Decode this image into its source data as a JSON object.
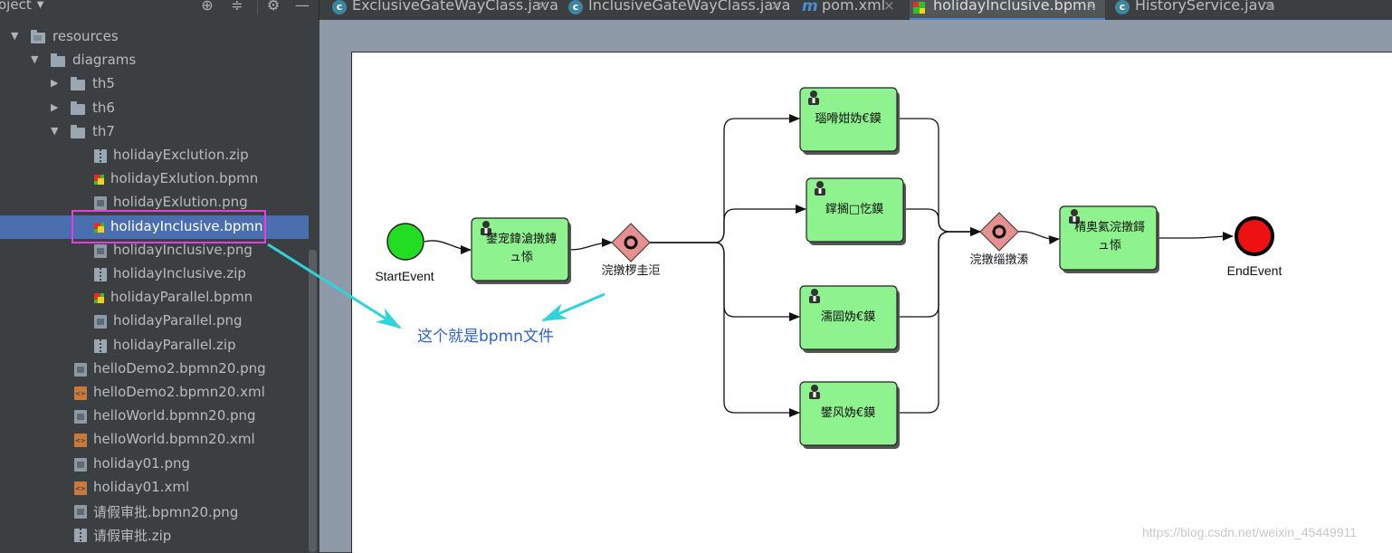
{
  "sidebar": {
    "title": "oject",
    "tree": [
      {
        "label": "resources",
        "type": "folder-res",
        "expanded": true
      },
      {
        "label": "diagrams",
        "type": "folder",
        "expanded": true
      },
      {
        "label": "th5",
        "type": "folder",
        "expanded": false
      },
      {
        "label": "th6",
        "type": "folder",
        "expanded": false
      },
      {
        "label": "th7",
        "type": "folder",
        "expanded": true
      },
      {
        "label": "holidayExclution.zip",
        "type": "zip"
      },
      {
        "label": "holidayExlution.bpmn",
        "type": "bpmn"
      },
      {
        "label": "holidayExlution.png",
        "type": "png"
      },
      {
        "label": "holidayInclusive.bpmn",
        "type": "bpmn",
        "selected": true
      },
      {
        "label": "holidayInclusive.png",
        "type": "png"
      },
      {
        "label": "holidayInclusive.zip",
        "type": "zip"
      },
      {
        "label": "holidayParallel.bpmn",
        "type": "bpmn"
      },
      {
        "label": "holidayParallel.png",
        "type": "png"
      },
      {
        "label": "holidayParallel.zip",
        "type": "zip"
      },
      {
        "label": "helloDemo2.bpmn20.png",
        "type": "png"
      },
      {
        "label": "helloDemo2.bpmn20.xml",
        "type": "xml"
      },
      {
        "label": "helloWorld.bpmn20.png",
        "type": "png"
      },
      {
        "label": "helloWorld.bpmn20.xml",
        "type": "xml"
      },
      {
        "label": "holiday01.png",
        "type": "png"
      },
      {
        "label": "holiday01.xml",
        "type": "xml"
      },
      {
        "label": "请假审批.bpmn20.png",
        "type": "png"
      },
      {
        "label": "请假审批.zip",
        "type": "zip"
      }
    ]
  },
  "tabs": [
    {
      "label": "ExclusiveGateWayClass.java",
      "icon": "class-icon",
      "active": false
    },
    {
      "label": "InclusiveGateWayClass.java",
      "icon": "class-icon",
      "active": false
    },
    {
      "label": "pom.xml",
      "icon": "maven-icon",
      "active": false
    },
    {
      "label": "holidayInclusive.bpmn",
      "icon": "bpmn-file-icon",
      "active": true
    },
    {
      "label": "HistoryService.java",
      "icon": "class-icon",
      "active": false
    }
  ],
  "diagram": {
    "start_label": "StartEvent",
    "end_label": "EndEvent",
    "task_apply": "鐢宠鍏滄撴鏄ユ悿",
    "task_apply_l1": "鐢宠鍏滄撴鏄",
    "task_apply_l2": "ュ悿",
    "gateway1_label": "浣撴椤圭洰",
    "gateway2_label": "浣撴缁撴潫",
    "task_branch1": "瑙嗗姏妫€鏌",
    "task_branch2": "鐣搁□忔鏌",
    "task_branch3": "濡囩妫€鏌",
    "task_branch4": "鐢风妫€鏌",
    "task_final_l1": "棈奥氦浣撴鎶",
    "task_final_l2": "ュ悿"
  },
  "annotation": "这个就是bpmn文件",
  "watermark": "https://blog.csdn.net/weixin_45449911"
}
